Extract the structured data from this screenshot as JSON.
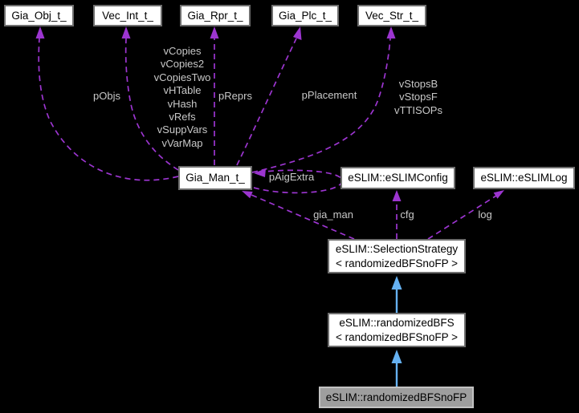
{
  "diagram_type": "collaboration-graph",
  "nodes": {
    "gia_obj": {
      "label": "Gia_Obj_t_"
    },
    "vec_int": {
      "label": "Vec_Int_t_"
    },
    "gia_rpr": {
      "label": "Gia_Rpr_t_"
    },
    "gia_plc": {
      "label": "Gia_Plc_t_"
    },
    "vec_str": {
      "label": "Vec_Str_t_"
    },
    "gia_man": {
      "label": "Gia_Man_t_"
    },
    "eslim_config": {
      "label": "eSLIM::eSLIMConfig"
    },
    "eslim_log": {
      "label": "eSLIM::eSLIMLog"
    },
    "selection_strategy": {
      "label": "eSLIM::SelectionStrategy",
      "label2": "< randomizedBFSnoFP >"
    },
    "randomized_bfs": {
      "label": "eSLIM::randomizedBFS",
      "label2": "< randomizedBFSnoFP >"
    },
    "randomized_bfs_nofp": {
      "label": "eSLIM::randomizedBFSnoFP"
    }
  },
  "edge_labels": {
    "p_objs": "pObjs",
    "vec_int_fields": [
      "vCopies",
      "vCopies2",
      "vCopiesTwo",
      "vHTable",
      "vHash",
      "vRefs",
      "vSuppVars",
      "vVarMap"
    ],
    "p_reprs": "pReprs",
    "p_placement": "pPlacement",
    "vec_str_fields": [
      "vStopsB",
      "vStopsF",
      "vTTISOPs"
    ],
    "p_aig_extra": "pAigExtra",
    "gia_man": "gia_man",
    "cfg": "cfg",
    "log": "log"
  },
  "colors": {
    "background": "#000000",
    "node-fill": "#ffffff",
    "node-border": "#6e6e6e",
    "node-text": "#000000",
    "highlight-fill": "#9e9e9e",
    "highlight-border": "#c2c2c2",
    "usage-edge": "#9c35d0",
    "inheritance-edge": "#65b1f2",
    "edge-label": "#c8c8c8"
  }
}
